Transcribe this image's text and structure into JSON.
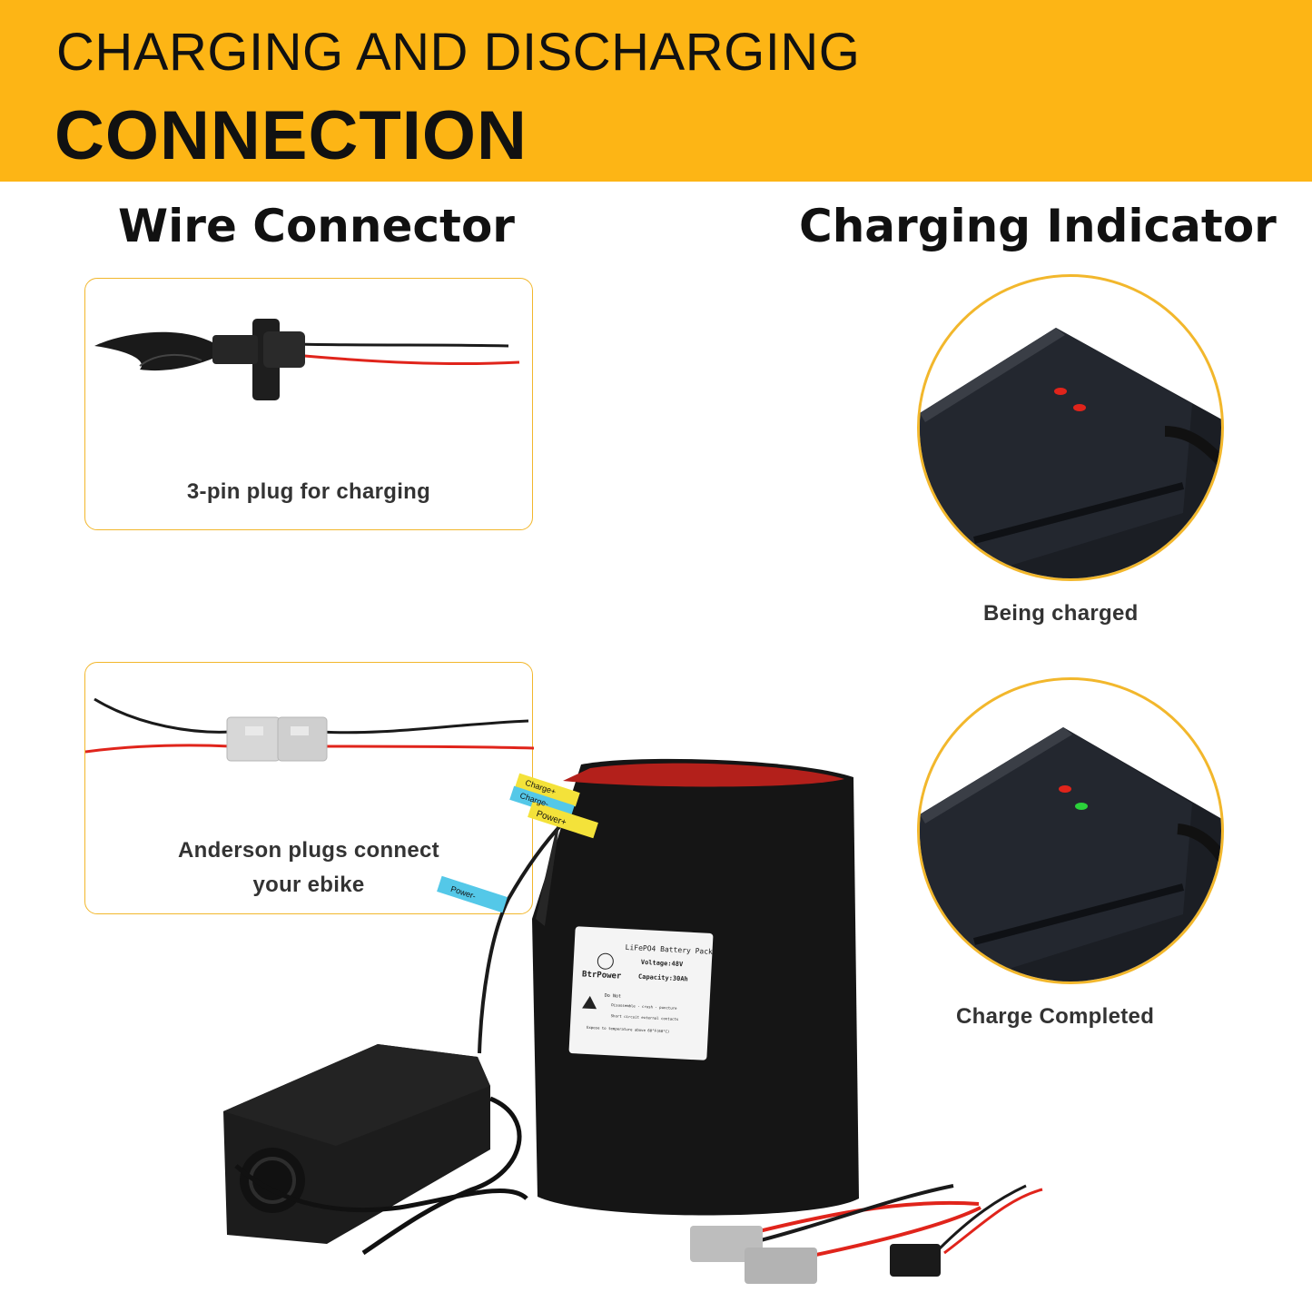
{
  "header": {
    "line1": "CHARGING AND DISCHARGING",
    "line2": "CONNECTION"
  },
  "sections": {
    "wire_connector": "Wire Connector",
    "charging_indicator": "Charging Indicator"
  },
  "wire_cards": [
    {
      "caption": "3-pin plug for charging"
    },
    {
      "caption_line1": "Anderson plugs connect",
      "caption_line2": "your ebike"
    }
  ],
  "indicators": [
    {
      "caption": "Being charged",
      "led_top": "#E0241B",
      "led_bottom": "#E0241B"
    },
    {
      "caption": "Charge Completed",
      "led_top": "#E0241B",
      "led_bottom": "#2BD13A"
    }
  ],
  "battery_label": {
    "brand": "BtrPower",
    "product": "LiFePO4 Battery Pack",
    "voltage": "Voltage:48V",
    "capacity": "Capacity:30Ah",
    "warning_title": "Do Not",
    "warning_1": "Disassemble · crush · puncture",
    "warning_2": "Short circuit external contacts",
    "warning_3": "Expose to temperature above 60°F(60°C)"
  },
  "wire_tags": {
    "charge_plus": "Charge+",
    "charge_minus": "Charge-",
    "power_plus": "Power+",
    "power_minus": "Power-"
  },
  "colors": {
    "banner": "#FDB515",
    "accent_border": "#F2B72C",
    "wire_red": "#E0241B",
    "wire_black": "#1a1a1a"
  }
}
